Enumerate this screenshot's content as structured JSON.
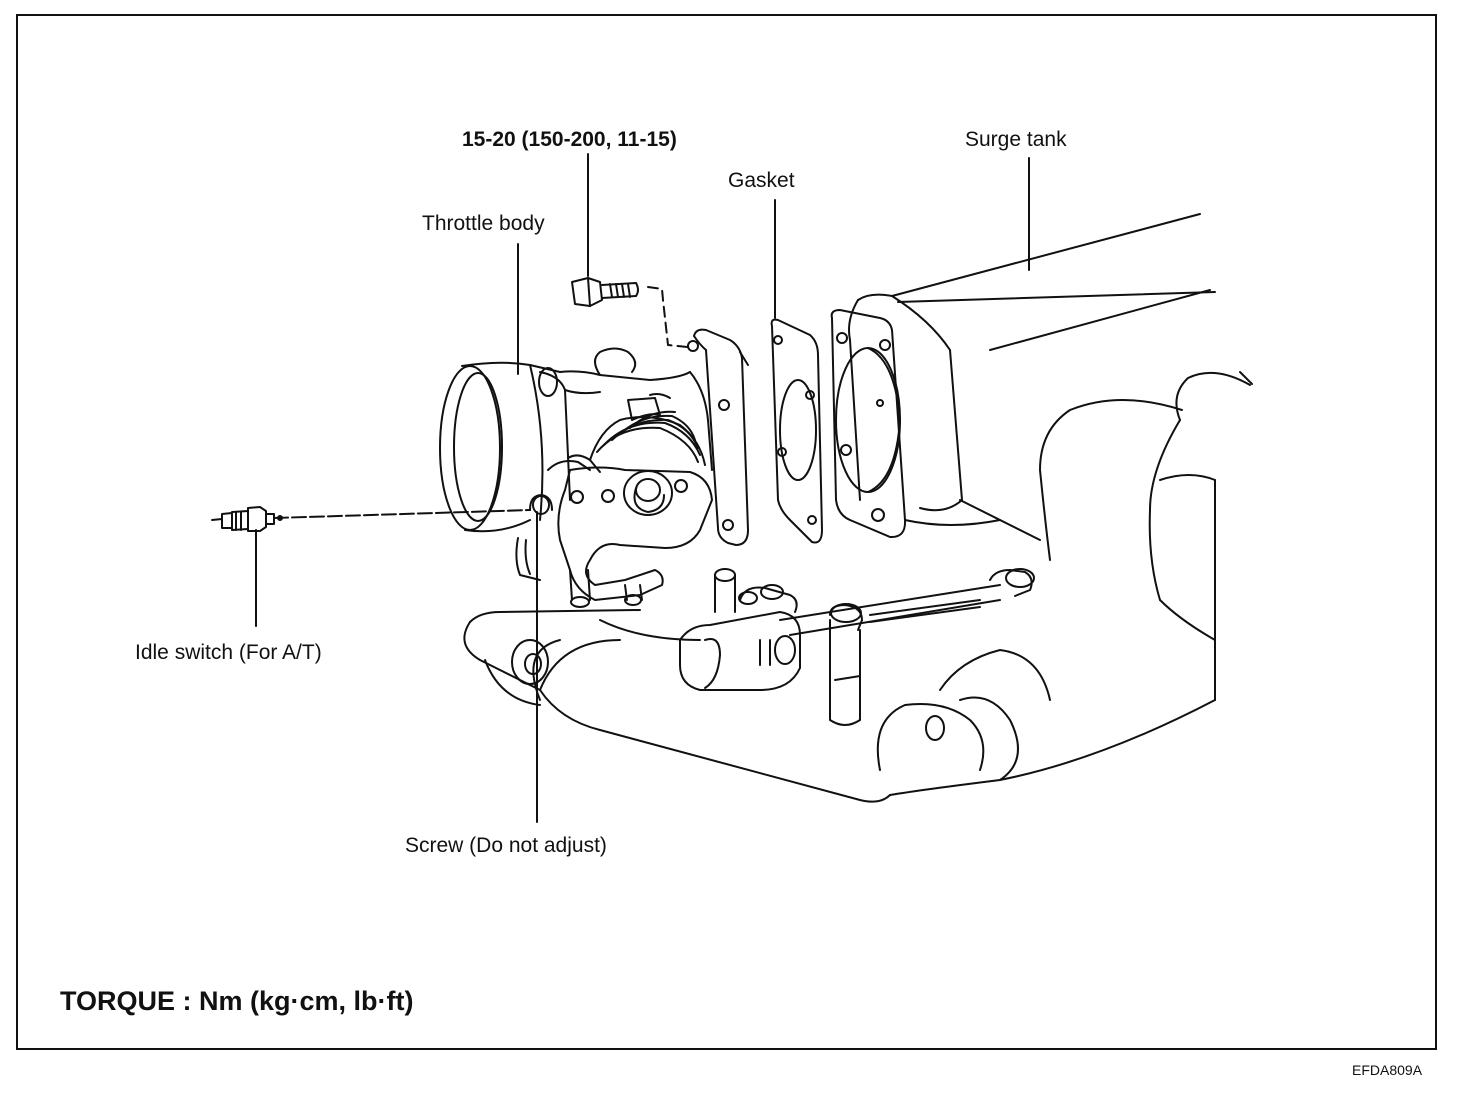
{
  "labels": {
    "torque_spec": "15-20 (150-200, 11-15)",
    "surge_tank": "Surge tank",
    "gasket": "Gasket",
    "throttle_body": "Throttle body",
    "idle_switch": "Idle switch (For A/T)",
    "screw": "Screw (Do not adjust)"
  },
  "footer": {
    "torque_note": "TORQUE : Nm (kg·cm, lb·ft)",
    "figure_code": "EFDA809A"
  }
}
